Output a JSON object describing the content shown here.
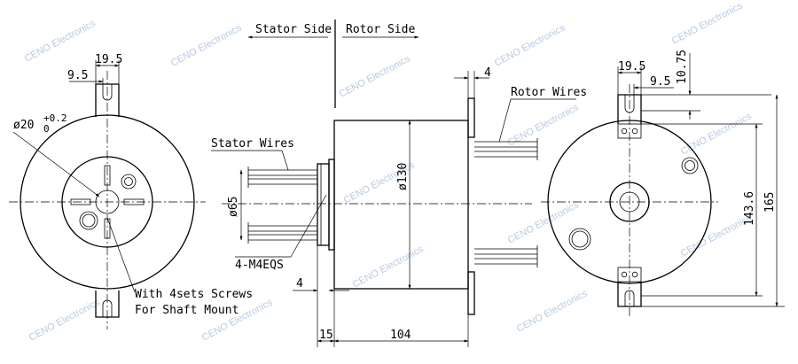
{
  "sides": {
    "stator": "Stator Side",
    "rotor": "Rotor Side"
  },
  "labels": {
    "stator_wires": "Stator Wires",
    "rotor_wires": "Rotor Wires",
    "screws_line1": "With 4sets Screws",
    "screws_line2": "For Shaft Mount",
    "threads": "4-M4EQS"
  },
  "dims": {
    "left_19_5": "19.5",
    "left_9_5": "9.5",
    "bore_main": "ø20",
    "bore_tol_upper": "+0.2",
    "bore_tol_lower": "0",
    "d65": "ø65",
    "d130": "ø130",
    "flange_4": "4",
    "side_4": "4",
    "len_15": "15",
    "len_104": "104",
    "right_19_5": "19.5",
    "right_9_5": "9.5",
    "right_10_75": "10.75",
    "right_143_6": "143.6",
    "right_165": "165"
  },
  "watermark": "CENO Electronics"
}
